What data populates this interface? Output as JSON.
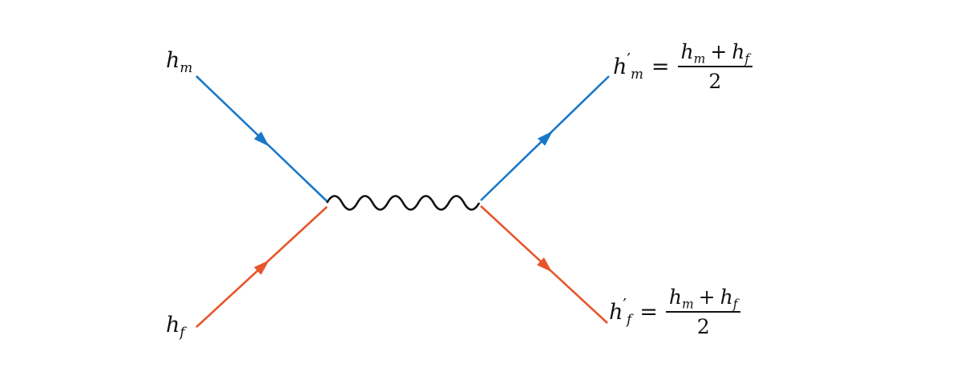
{
  "diagram": {
    "type": "feynman-style-interaction-diagram",
    "colors": {
      "male_line": "#1878c8",
      "female_line": "#e8552b",
      "propagator": "#111111",
      "background": "#ffffff"
    },
    "labels": {
      "incoming_top": {
        "base": "h",
        "sub": "m"
      },
      "incoming_bottom": {
        "base": "h",
        "sub": "f"
      }
    },
    "equation_top": {
      "lhs_base": "h",
      "lhs_prime": "′",
      "lhs_sub": "m",
      "equals": "=",
      "num_base1": "h",
      "num_sub1": "m",
      "plus": "+",
      "num_base2": "h",
      "num_sub2": "f",
      "denominator": "2"
    },
    "equation_bottom": {
      "lhs_base": "h",
      "lhs_prime": "′",
      "lhs_sub": "f",
      "equals": "=",
      "num_base1": "h",
      "num_sub1": "m",
      "plus": "+",
      "num_base2": "h",
      "num_sub2": "f",
      "denominator": "2"
    }
  }
}
